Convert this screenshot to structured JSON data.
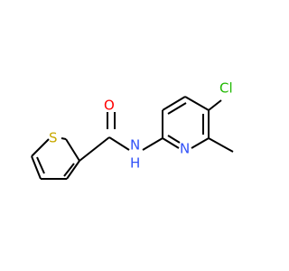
{
  "molecule": {
    "atoms": {
      "oxygen": {
        "symbol": "O",
        "color": "#ff0000"
      },
      "nitrogen_amide": {
        "symbol": "N",
        "color": "#3050f8"
      },
      "hydrogen_amide": {
        "symbol": "H",
        "color": "#3050f8"
      },
      "sulfur": {
        "symbol": "S",
        "color": "#c8a800"
      },
      "nitrogen_pyridine": {
        "symbol": "N",
        "color": "#3050f8"
      },
      "chlorine": {
        "symbol": "Cl",
        "color": "#1fb800"
      }
    },
    "bond_color": "#000000",
    "background_color": "#ffffff"
  }
}
